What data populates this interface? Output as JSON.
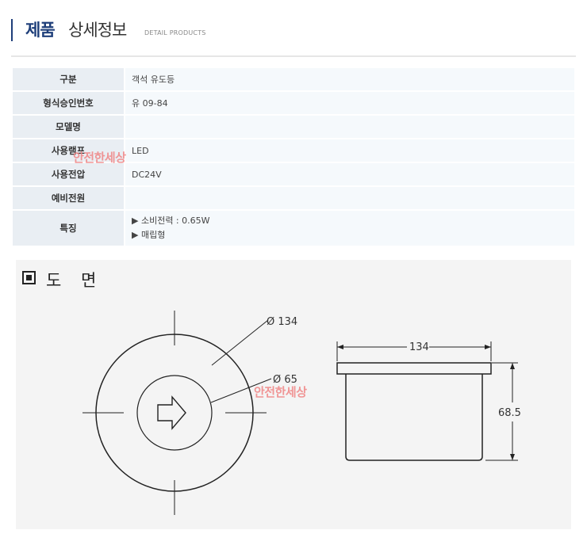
{
  "header": {
    "title_bold": "제품",
    "title_normal": "상세정보",
    "subtitle": "DETAIL PRODUCTS"
  },
  "spec": {
    "rows": [
      {
        "label": "구분",
        "value": "객석 유도등"
      },
      {
        "label": "형식승인번호",
        "value": "유 09-84"
      },
      {
        "label": "모델명",
        "value": ""
      },
      {
        "label": "사용램프",
        "value": "LED"
      },
      {
        "label": "사용전압",
        "value": "DC24V"
      },
      {
        "label": "예비전원",
        "value": ""
      }
    ],
    "features_label": "특징",
    "features": [
      "▶ 소비전력 : 0.65W",
      "▶ 매립형"
    ]
  },
  "watermark": "안전한세상",
  "drawing": {
    "title": "도 면",
    "dim_outer": "Ø 134",
    "dim_inner": "Ø 65",
    "dim_width": "134",
    "dim_height": "68.5"
  },
  "colors": {
    "brand": "#1f3f7a",
    "label_bg": "#e9eef3",
    "value_bg": "#f5f9fc",
    "watermark": "#f08585"
  }
}
